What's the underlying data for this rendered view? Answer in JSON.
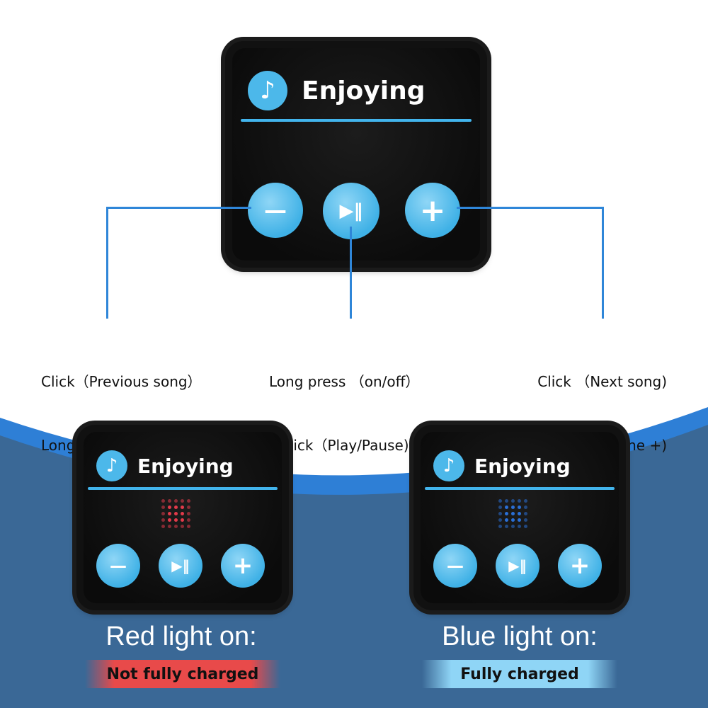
{
  "main_patch": {
    "title": "Enjoying",
    "buttons": [
      "—",
      "▶‖",
      "+"
    ]
  },
  "captions": {
    "left": {
      "line1": "Click（Previous song）",
      "line2": "Long press（volumne -）"
    },
    "center": {
      "line1": "Long press （on/off）",
      "line2": "Click（Play/Pause)"
    },
    "right": {
      "line1": "Click （Next song)",
      "line2": "Long press （volumne +)"
    }
  },
  "left_patch": {
    "title": "Enjoying",
    "led_color": "#e23a4a",
    "state_label": "Red light on:",
    "state_badge": "Not fully charged"
  },
  "right_patch": {
    "title": "Enjoying",
    "led_color": "#2a6fd6",
    "state_label": "Blue light on:",
    "state_badge": "Fully charged"
  },
  "colors": {
    "accent_blue": "#42b4ec",
    "line_blue": "#2f86d8",
    "bottom_bg": "#3a6896",
    "arc_blue": "#2e7fd6"
  }
}
